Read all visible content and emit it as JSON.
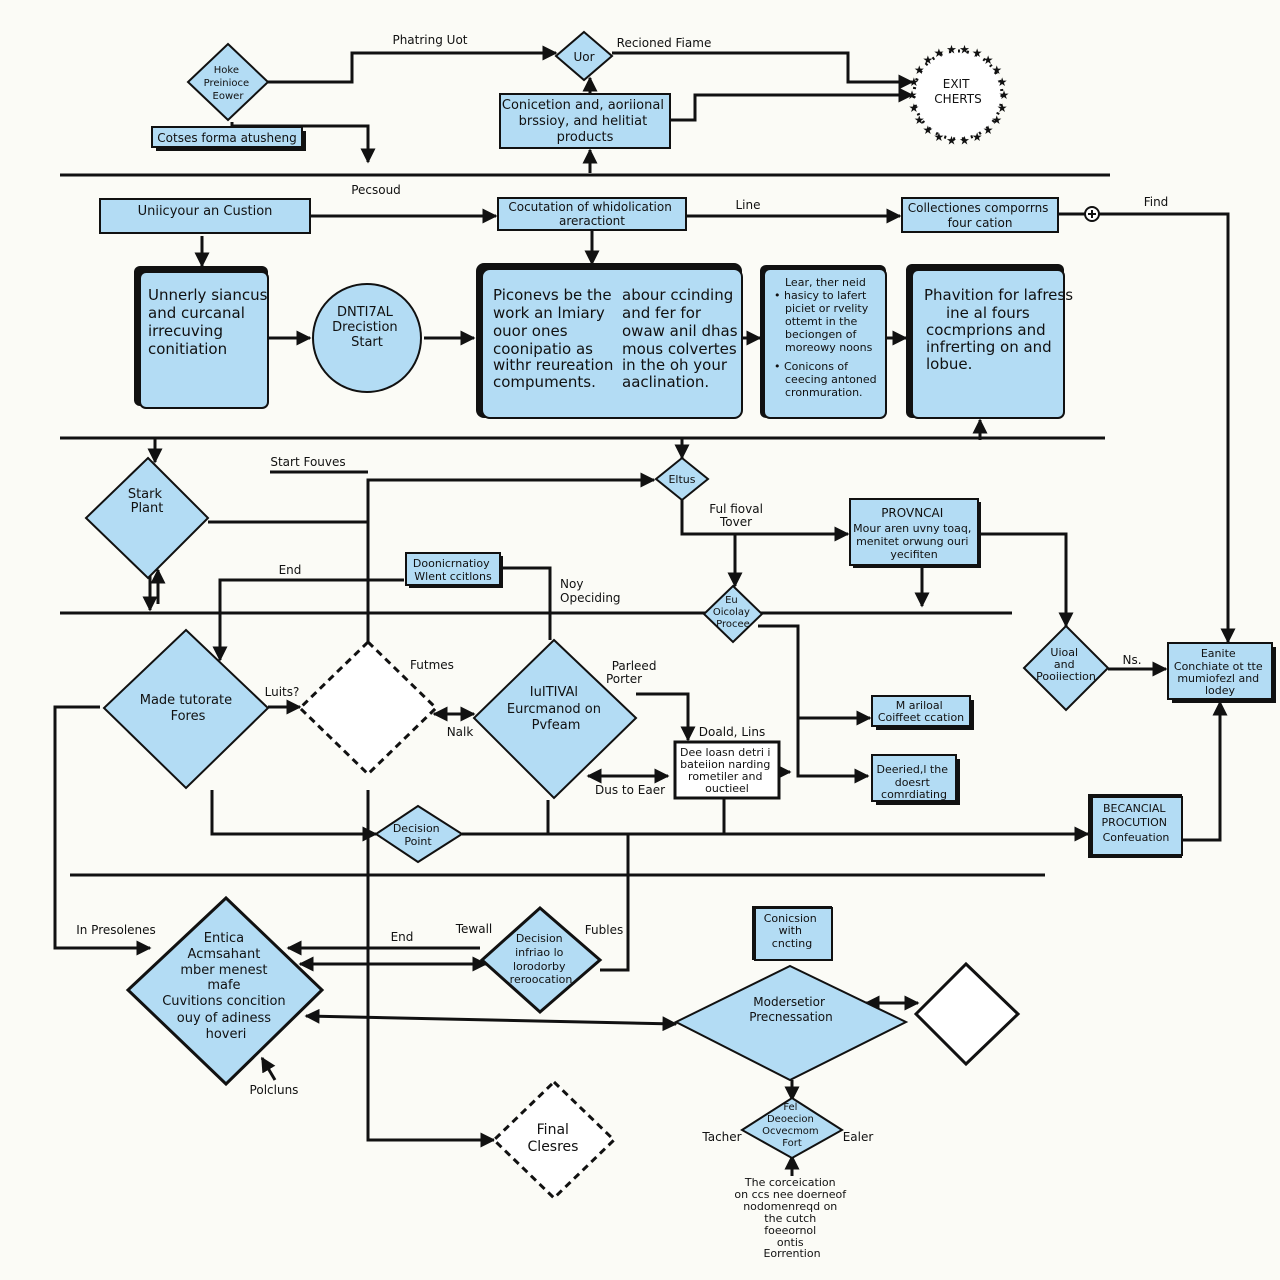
{
  "colors": {
    "node_fill": "#b3dcf4",
    "stroke": "#111111",
    "background": "#fbfbf6"
  },
  "labels": {
    "phatring_uot": "Phatring Uot",
    "recioned_fiame": "Recioned Fiame",
    "pecsoud": "Pecsoud",
    "line": "Line",
    "find": "Find",
    "start_fouves": "Start Fouves",
    "ful_fioval_tover": [
      "Ful fioval",
      "Tover"
    ],
    "end_mid": "End",
    "noy_opeciding": [
      "Noy",
      "Opeciding"
    ],
    "futmes": "Futmes",
    "luits": "Luits?",
    "nalk": "Nalk",
    "parleed_porter": [
      "Parleed",
      "Porter"
    ],
    "doald_lins": "Doald, Lins",
    "dus_to_eaer": "Dus to Eaer",
    "ns": "Ns.",
    "in_presolenes": "In Presolenes",
    "end_low": "End",
    "tewall": "Tewall",
    "fubles": "Fubles",
    "polcluns": "Polcluns",
    "tacher": "Tacher",
    "ealer": "Ealer",
    "bottom_note": [
      "The corceication",
      "on ccs nee doerneof",
      "nodomenreqd on",
      "the cutch",
      "foeeornol",
      "ontis",
      "Eorrention"
    ]
  },
  "nodes": {
    "hoke": [
      "Hoke",
      "Preinioce",
      "Eower"
    ],
    "uor": "Uor",
    "exit_charts": [
      "EXIT",
      "CHERTS"
    ],
    "cotses": "Cotses forma atusheng",
    "conicetion": [
      "Conicetion and, aoriional",
      "brssioy, and helitiat",
      "products"
    ],
    "uniiy": "Uniicyour an Custion",
    "cocutation": [
      "Cocutation of whidolication",
      "areractiont"
    ],
    "collectiones": [
      "Collectiones comporrns",
      "four cation"
    ],
    "unnerly": [
      "Unnerly siancus",
      "and curcanal",
      "irrecuving",
      "conitiation"
    ],
    "initial_start": [
      "DNTI7AL",
      "Drecistion",
      "Start"
    ],
    "piconevs_left": [
      "Piconevs be the",
      "work an lmiary",
      "ouor ones",
      "coonipatio as",
      "withr reureation",
      "compuments."
    ],
    "piconevs_right": [
      "abour ccinding",
      "and fer for",
      "owaw anil dhas",
      "mous colvertes",
      "in the oh your",
      "aaclination."
    ],
    "bullets": [
      "Lear, ther neid",
      "hasicy to lafert",
      "piciet or rvelity",
      "ottemt in the",
      "beciongen of",
      "moreowy noons",
      "Conicons of",
      "ceecing antoned",
      "cronmuration."
    ],
    "phavition": [
      "Phavition for lafress",
      "ine al fours",
      "cocmprions and",
      "infrerting on and",
      "lobue."
    ],
    "stark_plant": [
      "Stark",
      "Plant"
    ],
    "eltus": "Eltus",
    "provincal": [
      "PROVNCAI",
      "Mour aren uvny toaq,",
      "menitet orwung ouri",
      "yecifiten"
    ],
    "doonicrnation": [
      "Doonicrnatioy",
      "Wlent ccitlons"
    ],
    "eu_oiculay": [
      "Eu",
      "Oicolay",
      "Procee"
    ],
    "made_tutorate": [
      "Made tutorate",
      "Fores"
    ],
    "initial_eurcmanod": [
      "IuITIVAl",
      "Eurcmanod on",
      "Pvfeam"
    ],
    "ddeloasn": [
      "Dee loasn detri i",
      "bateiion narding",
      "rometiler and",
      "ouctieel"
    ],
    "mabloal": [
      "M ariloal",
      "Coiffeet ccation"
    ],
    "deeried": [
      "Deeried,l the",
      "doesrt",
      "comrdiating"
    ],
    "uioal": [
      "Uioal",
      "and",
      "Pooiiection"
    ],
    "eanite": [
      "Eanite",
      "Conchiate ot tte",
      "mumiofezl and",
      "lodey"
    ],
    "decision_point": [
      "Decision",
      "Point"
    ],
    "becancial": [
      "BECANCIAL",
      "PROCUTION",
      "Confeuation"
    ],
    "entical": [
      "Entica",
      "Acmsahant",
      "mber menest",
      "mafe",
      "Cuvitions concition",
      "ouy of adiness",
      "hoveri"
    ],
    "decision_infriao": [
      "Decision",
      "infriao lo",
      "lorodorby",
      "reroocation"
    ],
    "conicsion": [
      "Conicsion",
      "with",
      "cncting"
    ],
    "modersetion": [
      "Modersetior",
      "Precnessation"
    ],
    "fel_decision": [
      "Fel",
      "Deoecion",
      "Ocvecmom",
      "Fort"
    ],
    "final_cresres": [
      "Final",
      "Clesres"
    ]
  }
}
